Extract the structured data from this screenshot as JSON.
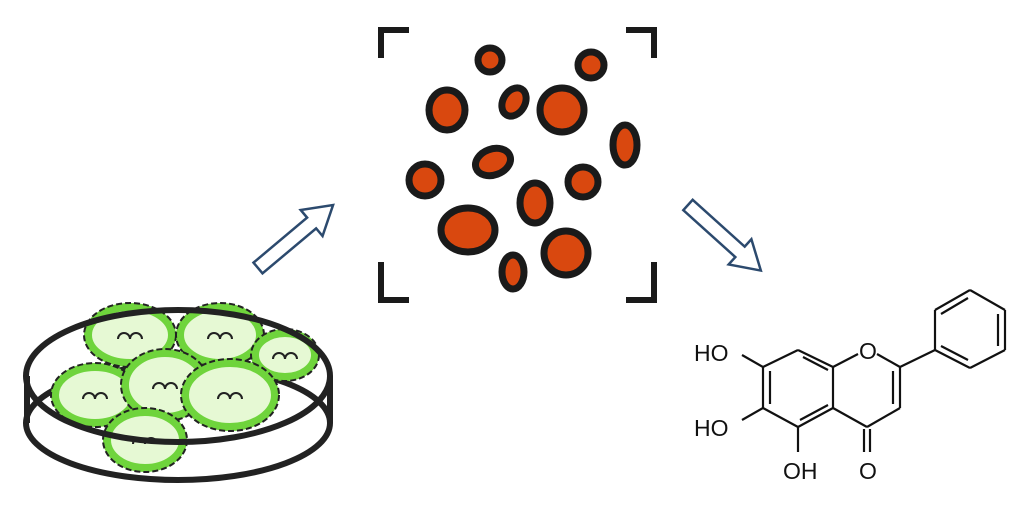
{
  "colors": {
    "cell_fill": "#d9480f",
    "outline": "#1a1a1a",
    "arrow": "#2c4a6e",
    "callus_green": "#6fd43c",
    "callus_light": "#e6f9d4"
  },
  "icons": [
    "petri-dish-icon",
    "callus-icon",
    "arrow-icon",
    "cell-suspension-icon",
    "molecule-structure"
  ],
  "molecule": {
    "labels": {
      "ho_7": "HO",
      "ho_6": "HO",
      "oh_5": "OH",
      "ring_o": "O",
      "carbonyl_o": "O"
    }
  }
}
